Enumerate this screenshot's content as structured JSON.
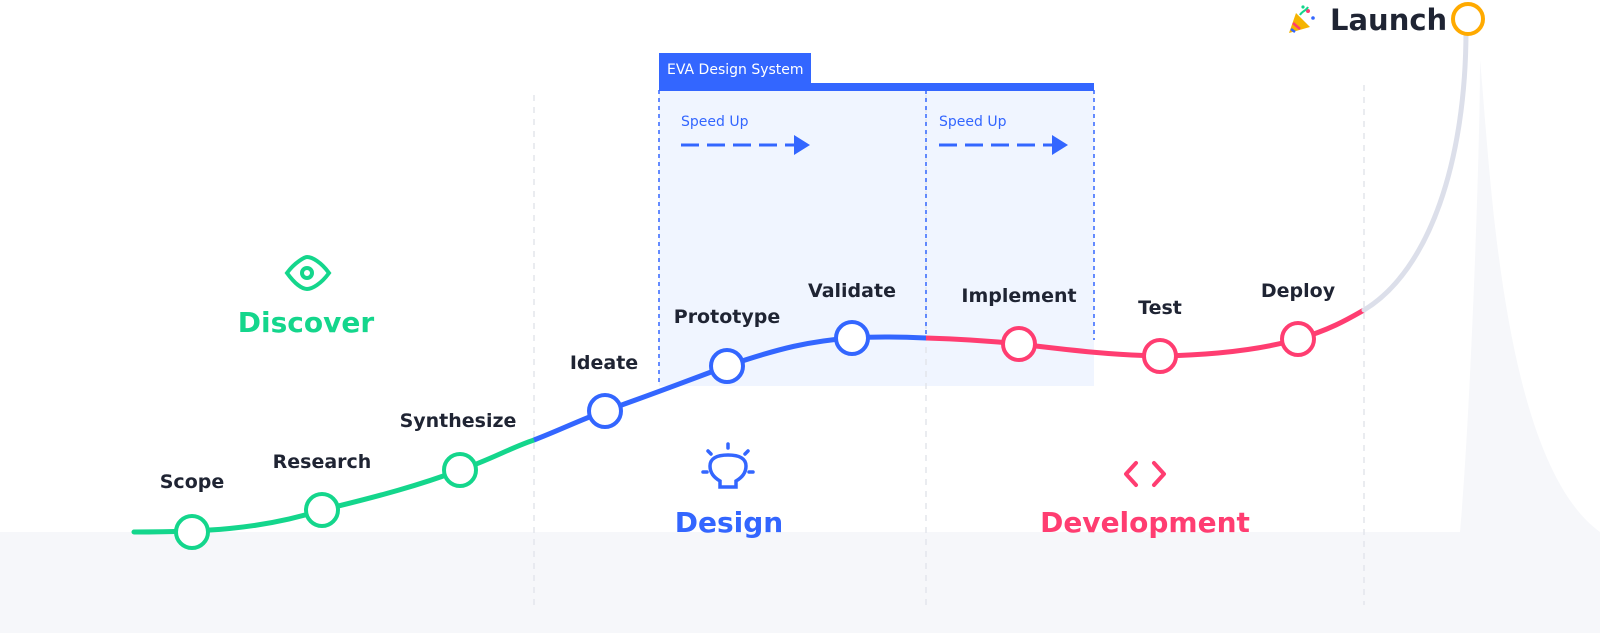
{
  "colors": {
    "discover": "#14d68c",
    "design": "#3366ff",
    "development": "#ff3d71",
    "launch": "#ffaa00",
    "muted": "#dcdfea",
    "ink": "#1f2433",
    "panel": "#f0f5ff",
    "ground": "#f6f7fa"
  },
  "phases": {
    "discover": {
      "label": "Discover",
      "icon": "eye-icon"
    },
    "design": {
      "label": "Design",
      "icon": "lightbulb-icon"
    },
    "development": {
      "label": "Development",
      "icon": "code-brackets-icon"
    }
  },
  "steps": {
    "scope": "Scope",
    "research": "Research",
    "synthesize": "Synthesize",
    "ideate": "Ideate",
    "prototype": "Prototype",
    "validate": "Validate",
    "implement": "Implement",
    "test": "Test",
    "deploy": "Deploy"
  },
  "design_system": {
    "tab_label": "EVA Design System",
    "speed_up_1": "Speed Up",
    "speed_up_2": "Speed Up"
  },
  "launch": {
    "label": "Launch",
    "icon": "party-popper-icon"
  }
}
